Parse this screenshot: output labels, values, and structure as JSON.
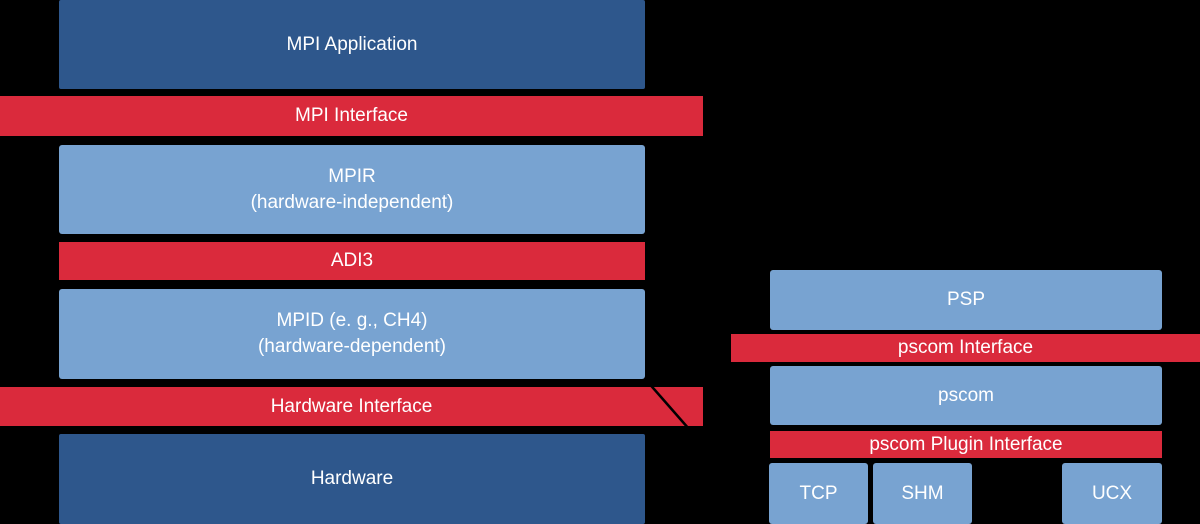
{
  "palette": {
    "background": "#000000",
    "dark_blue": "#2E578C",
    "light_blue": "#78A3D1",
    "red": "#DA2A3C",
    "text_color": "#FFFFFF",
    "connector_color": "#000000"
  },
  "left_stack": {
    "mpi_application": {
      "label": "MPI Application"
    },
    "mpi_interface": {
      "label": "MPI Interface"
    },
    "mpir": {
      "line1": "MPIR",
      "line2": "(hardware-independent)"
    },
    "adi3": {
      "label": "ADI3"
    },
    "mpid": {
      "line1": "MPID (e. g., CH4)",
      "line2": "(hardware-dependent)"
    },
    "hardware_interface": {
      "label": "Hardware Interface"
    },
    "hardware": {
      "label": "Hardware"
    }
  },
  "right_stack": {
    "psp": {
      "label": "PSP"
    },
    "pscom_interface": {
      "label": "pscom Interface"
    },
    "pscom": {
      "label": "pscom"
    },
    "pscom_plugin_interface": {
      "label": "pscom Plugin Interface"
    },
    "plugins": [
      {
        "label": "TCP"
      },
      {
        "label": "SHM"
      },
      {
        "label": "UCX"
      }
    ]
  }
}
